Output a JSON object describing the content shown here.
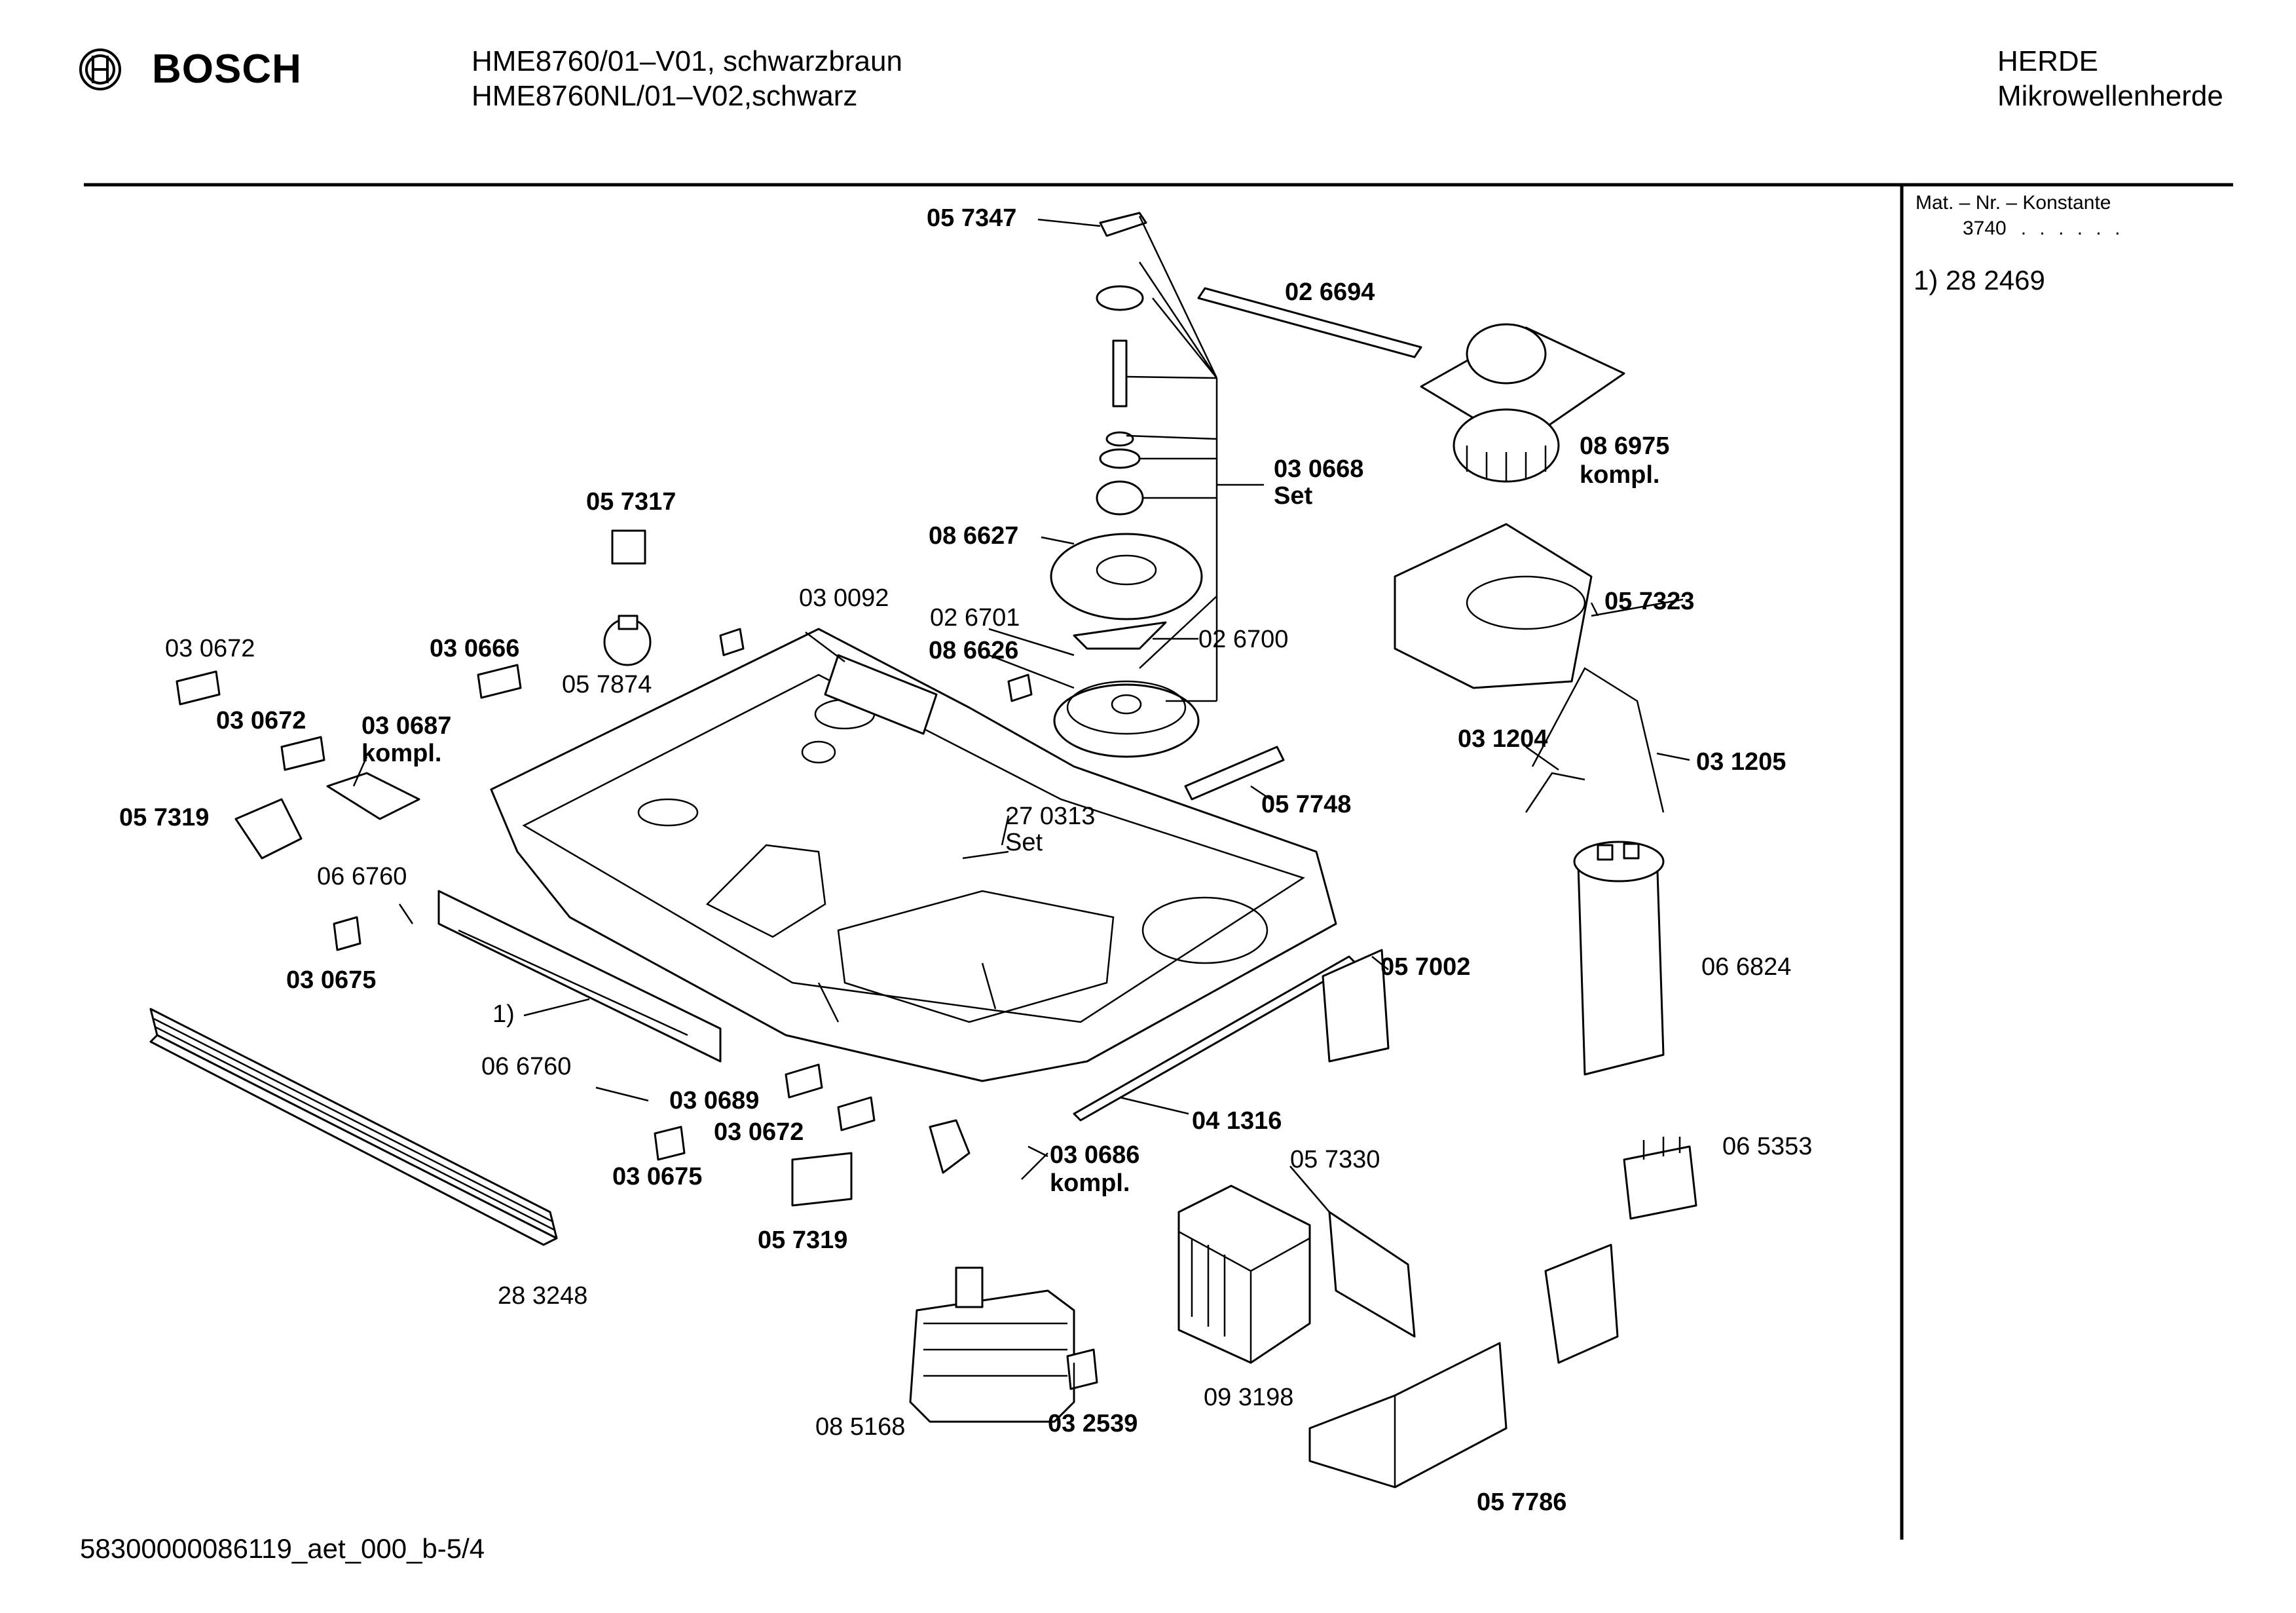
{
  "header": {
    "brand": "BOSCH",
    "model_lines": [
      "HME8760/01–V01, schwarzbraun",
      "HME8760NL/01–V02,schwarz"
    ],
    "category_lines": [
      "HERDE",
      "Mikrowellenherde"
    ]
  },
  "sidebar": {
    "title": "Mat. – Nr. – Konstante",
    "code": "3740",
    "dots": ". . . . . .",
    "footnote": "1)  28 2469"
  },
  "footer": {
    "reference": "58300000086119_aet_000_b-5/4"
  },
  "labels": {
    "l057347": "05 7347",
    "l026694": "02 6694",
    "l086975": "08 6975",
    "l086975b": "kompl.",
    "l030668": "03 0668",
    "l030668b": "Set",
    "l057317": "05 7317",
    "l086627": "08 6627",
    "l030092": "03 0092",
    "l057323": "05 7323",
    "l030672a": "03 0672",
    "l030666": "03 0666",
    "l057874": "05 7874",
    "l026701": "02 6701",
    "l026700": "02 6700",
    "l086626": "08 6626",
    "l030672b": "03 0672",
    "l030687": "03 0687",
    "l030687b": "kompl.",
    "l031204": "03 1204",
    "l031205": "03 1205",
    "l057319a": "05 7319",
    "l270313": "27 0313",
    "l270313b": "Set",
    "l057748": "05 7748",
    "l066760a": "06 6760",
    "l030675a": "03 0675",
    "l057002": "05 7002",
    "l066824": "06 6824",
    "l1": "1)",
    "l066760b": "06 6760",
    "l030689": "03 0689",
    "l041316": "04 1316",
    "l030672c": "03 0672",
    "l030686": "03 0686",
    "l030686b": "kompl.",
    "l065353": "06 5353",
    "l030675b": "03 0675",
    "l057330": "05 7330",
    "l057319b": "05 7319",
    "l283248": "28 3248",
    "l093198": "09 3198",
    "l085168": "08 5168",
    "l032539": "03 2539",
    "l057786": "05 7786"
  }
}
